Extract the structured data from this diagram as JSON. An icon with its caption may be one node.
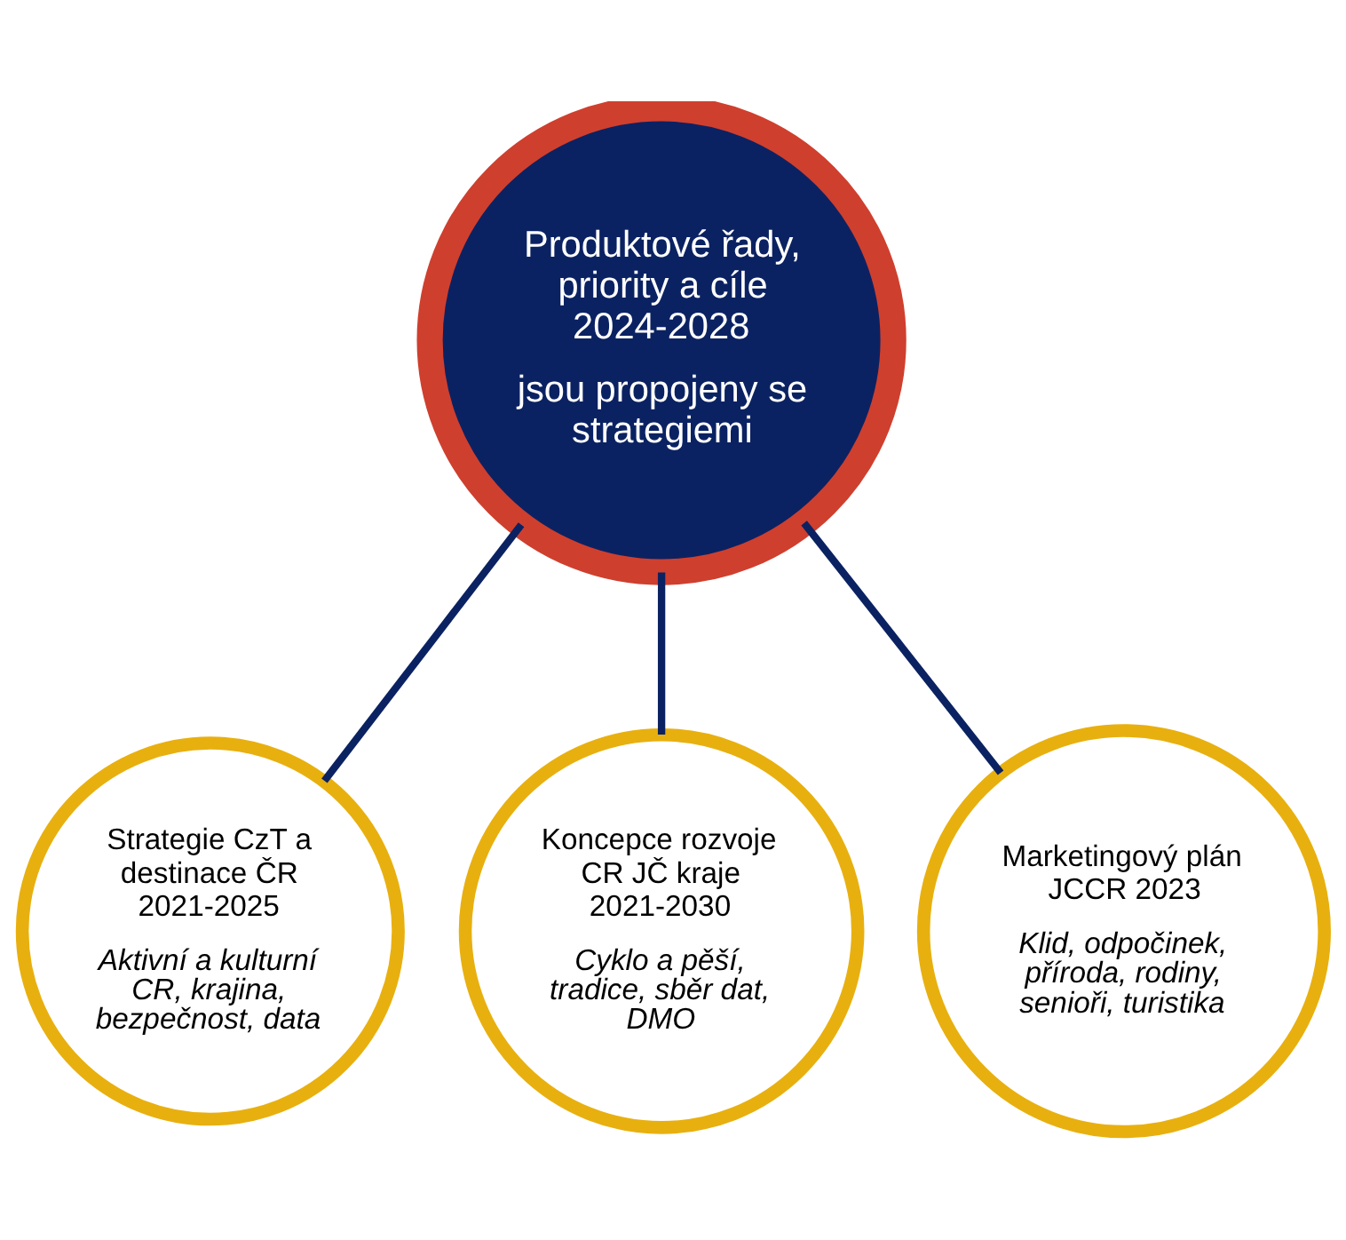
{
  "diagram": {
    "nodes": [
      {
        "text": [
          "Produktové řady, priority a cíle 2024-2028",
          "jsou propojeny se strategiemi"
        ]
      },
      {
        "text": [
          "Strategie CzT a destinace ČR 2021-2025",
          "Aktivní a kulturní CR, krajina, bezpečnost, data"
        ]
      },
      {
        "text": [
          "Koncepce rozvoje CR JČ kraje 2021-2030",
          "Cyklo a pěší, tradice, sběr dat, DMO"
        ]
      },
      {
        "text": [
          "Marketingový plán JCCR 2023",
          "Klid, odpočinek, příroda, rodiny, senioři, turistika"
        ]
      }
    ],
    "edges": [
      {
        "from": 0,
        "to": 1,
        "arrow": "none"
      },
      {
        "from": 0,
        "to": 2,
        "arrow": "none"
      },
      {
        "from": 0,
        "to": 3,
        "arrow": "none"
      }
    ]
  }
}
